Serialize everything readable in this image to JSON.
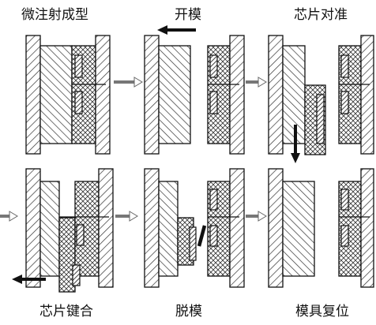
{
  "steps": [
    {
      "label": "微注射成型"
    },
    {
      "label": "开模"
    },
    {
      "label": "芯片对准"
    },
    {
      "label": "芯片键合"
    },
    {
      "label": "脱模"
    },
    {
      "label": "模具复位"
    }
  ]
}
